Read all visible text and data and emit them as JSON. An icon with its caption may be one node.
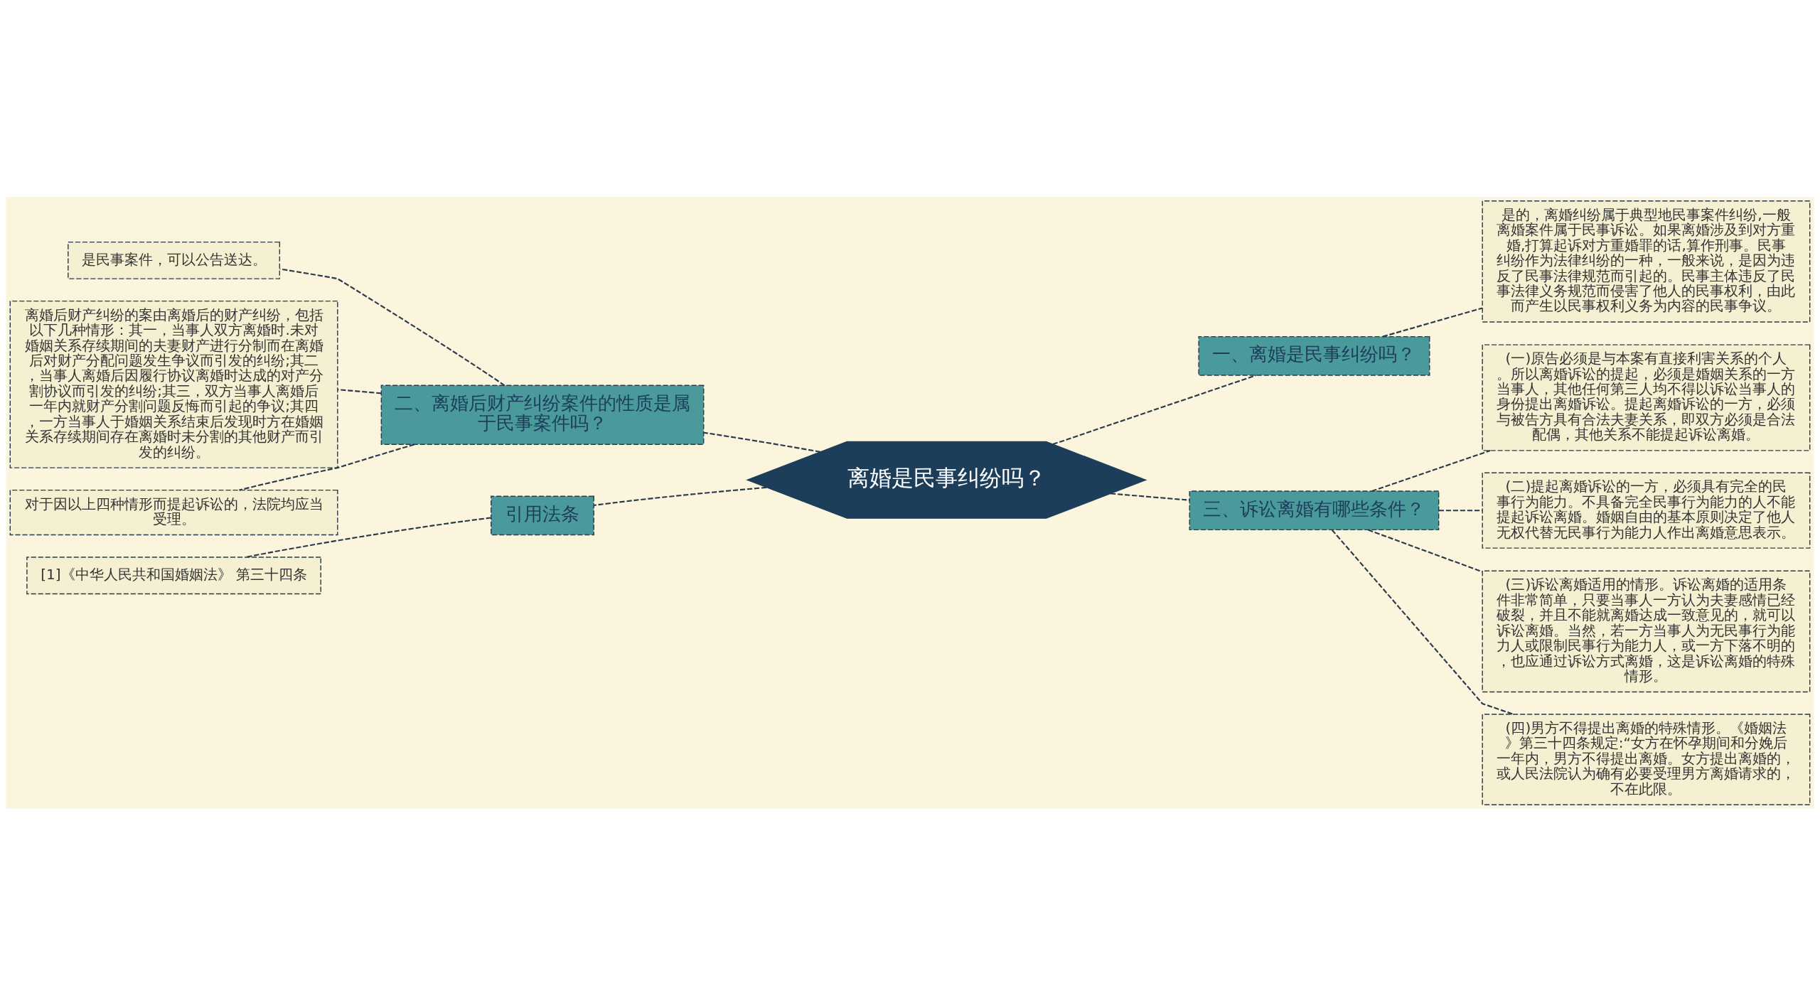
{
  "diagram": {
    "nodes": [
      {
        "text": [
          "离婚是民事纠纷吗？"
        ]
      },
      {
        "text": [
          "二、离婚后财产纠纷案件的性质是属于民事案件吗？"
        ]
      },
      {
        "text": [
          "是民事案件，可以公告送达。"
        ]
      },
      {
        "text": [
          "离婚后财产纠纷的案由离婚后的财产纠纷，包括以下几种情形：其一，当事人双方离婚时.未对婚姻关系存续期间的夫妻财产进行分制而在离婚后对财产分配问题发生争议而引发的纠纷;其二，当事人离婚后因履行协议离婚时达成的对产分割协议而引发的纠纷;其三，双方当事人离婚后一年内就财产分割问题反悔而引起的争议;其四，一方当事人于婚姻关系结束后发现时方在婚姻关系存续期间存在离婚时未分割的其他财产而引发的纠纷。"
        ]
      },
      {
        "text": [
          "对于因以上四种情形而提起诉讼的，法院均应当受理。"
        ]
      },
      {
        "text": [
          "引用法条"
        ]
      },
      {
        "text": [
          "[1]《中华人民共和国婚姻法》 第三十四条"
        ]
      },
      {
        "text": [
          "一、离婚是民事纠纷吗？"
        ]
      },
      {
        "text": [
          "是的，离婚纠纷属于典型地民事案件纠纷,一般离婚案件属于民事诉讼。如果离婚涉及到对方重婚,打算起诉对方重婚罪的话,算作刑事。民事纠纷作为法律纠纷的一种，一般来说，是因为违反了民事法律规范而引起的。民事主体违反了民事法律义务规范而侵害了他人的民事权利，由此而产生以民事权利义务为内容的民事争议。"
        ]
      },
      {
        "text": [
          "三、诉讼离婚有哪些条件？"
        ]
      },
      {
        "text": [
          "(一)原告必须是与本案有直接利害关系的个人。所以离婚诉讼的提起，必须是婚姻关系的一方当事人，其他任何第三人均不得以诉讼当事人的身份提出离婚诉讼。提起离婚诉讼的一方，必须与被告方具有合法夫妻关系，即双方必须是合法配偶，其他关系不能提起诉讼离婚。"
        ]
      },
      {
        "text": [
          "(二)提起离婚诉讼的一方，必须具有完全的民事行为能力。不具备完全民事行为能力的人不能提起诉讼离婚。婚姻自由的基本原则决定了他人无权代替无民事行为能力人作出离婚意思表示。"
        ]
      },
      {
        "text": [
          "(三)诉讼离婚适用的情形。诉讼离婚的适用条件非常简单，只要当事人一方认为夫妻感情已经破裂，并且不能就离婚达成一致意见的，就可以诉讼离婚。当然，若一方当事人为无民事行为能力人或限制民事行为能力人，或一方下落不明的，也应通过诉讼方式离婚，这是诉讼离婚的特殊情形。"
        ]
      },
      {
        "text": [
          "(四)男方不得提出离婚的特殊情形。《婚姻法》第三十四条规定:“女方在怀孕期间和分娩后一年内，男方不得提出离婚。女方提出离婚的，或人民法院认为确有必要受理男方离婚请求的，不在此限。"
        ]
      }
    ],
    "edges": [
      {
        "from": 0,
        "to": 1,
        "arrow": "none",
        "style": "dashed"
      },
      {
        "from": 1,
        "to": 2,
        "arrow": "none",
        "style": "dashed"
      },
      {
        "from": 1,
        "to": 3,
        "arrow": "none",
        "style": "dashed"
      },
      {
        "from": 1,
        "to": 4,
        "arrow": "none",
        "style": "dashed"
      },
      {
        "from": 0,
        "to": 5,
        "arrow": "none",
        "style": "dashed"
      },
      {
        "from": 5,
        "to": 6,
        "arrow": "none",
        "style": "dashed"
      },
      {
        "from": 0,
        "to": 7,
        "arrow": "none",
        "style": "dashed"
      },
      {
        "from": 7,
        "to": 8,
        "arrow": "none",
        "style": "dashed"
      },
      {
        "from": 0,
        "to": 9,
        "arrow": "none",
        "style": "dashed"
      },
      {
        "from": 9,
        "to": 10,
        "arrow": "none",
        "style": "dashed"
      },
      {
        "from": 9,
        "to": 11,
        "arrow": "none",
        "style": "dashed"
      },
      {
        "from": 9,
        "to": 12,
        "arrow": "none",
        "style": "dashed"
      },
      {
        "from": 9,
        "to": 13,
        "arrow": "none",
        "style": "dashed"
      }
    ]
  }
}
